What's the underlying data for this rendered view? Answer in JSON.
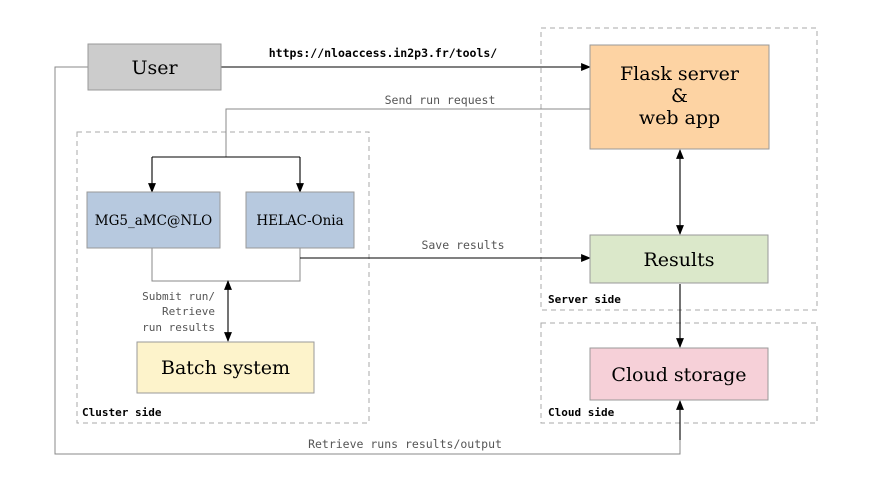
{
  "nodes": {
    "user": {
      "label": "User",
      "color": "#cccccc"
    },
    "flask": {
      "line1": "Flask server",
      "line2": "&",
      "line3": "web app",
      "color": "#fdd3a3"
    },
    "results": {
      "label": "Results",
      "color": "#dbe8ca"
    },
    "mg5": {
      "label": "MG5_aMC@NLO",
      "color": "#b7c9df"
    },
    "helac": {
      "label": "HELAC-Onia",
      "color": "#b7c9df"
    },
    "batch": {
      "label": "Batch system",
      "color": "#fdf3cb"
    },
    "cloud": {
      "label": "Cloud storage",
      "color": "#f6d0d8"
    }
  },
  "regions": {
    "server": "Server side",
    "cluster": "Cluster side",
    "cloud": "Cloud side"
  },
  "edges": {
    "url": "https://nloaccess.in2p3.fr/tools/",
    "send_run": "Send run request",
    "save_results": "Save results",
    "submit_1": "Submit run/",
    "submit_2": "Retrieve",
    "submit_3": "run results",
    "retrieve": "Retrieve runs results/output"
  }
}
